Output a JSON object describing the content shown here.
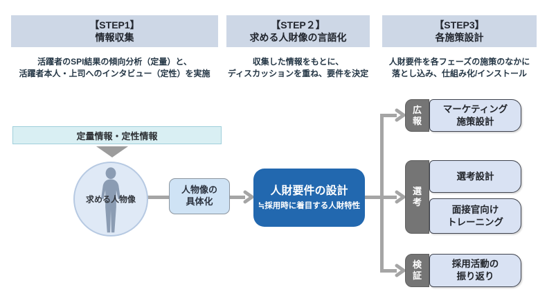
{
  "colors": {
    "header_bar": "#cdd7e6",
    "header_text": "#22262e",
    "desc_text": "#243645",
    "cyan_bar": "#d9eff3",
    "cyan_border": "#9fcfdb",
    "triangle_gray": "#9c9c9c",
    "circle_fill": "#dfe9f6",
    "circle_border": "#b6c9e2",
    "silhouette": "#8b9cb3",
    "concretize_fill": "#cfe3f5",
    "accent_blue": "#2268af",
    "connector": "#a5a5a5",
    "label_gray": "#757575",
    "light_box": "#d9e2f3"
  },
  "steps": [
    {
      "title": "【STEP1】\n情報収集",
      "description": "活躍者のSPI結果の傾向分析（定量）と、\n活躍者本人・上司へのインタビュー（定性）を実施"
    },
    {
      "title": "【STEP２】\n求める人財像の言語化",
      "description": "収集した情報をもとに、\nディスカッションを重ね、要件を決定"
    },
    {
      "title": "【STEP3】\n各施策設計",
      "description": "人財要件を各フェーズの施策のなかに\n落とし込み、仕組み化/インストール"
    }
  ],
  "flow": {
    "info_bar": "定量情報・定性情報",
    "persona_label": "求める人物像",
    "concretize_box": "人物像の\n具体化",
    "requirement_title": "人財要件の設計",
    "requirement_subtitle": "≒採用時に着目する人財特性"
  },
  "phases": [
    {
      "label": "広\n報",
      "items": [
        {
          "text": "マーケティング\n施策設計"
        }
      ]
    },
    {
      "label": "選\n考",
      "items": [
        {
          "text": "選考設計"
        },
        {
          "text": "面接官向け\nトレーニング"
        }
      ]
    },
    {
      "label": "検\n証",
      "items": [
        {
          "text": "採用活動の\n振り返り"
        }
      ]
    }
  ],
  "icons": {
    "persona": "person-silhouette-icon",
    "flow_down": "down-triangle-icon",
    "flow_right": "right-arrowhead-icon"
  }
}
